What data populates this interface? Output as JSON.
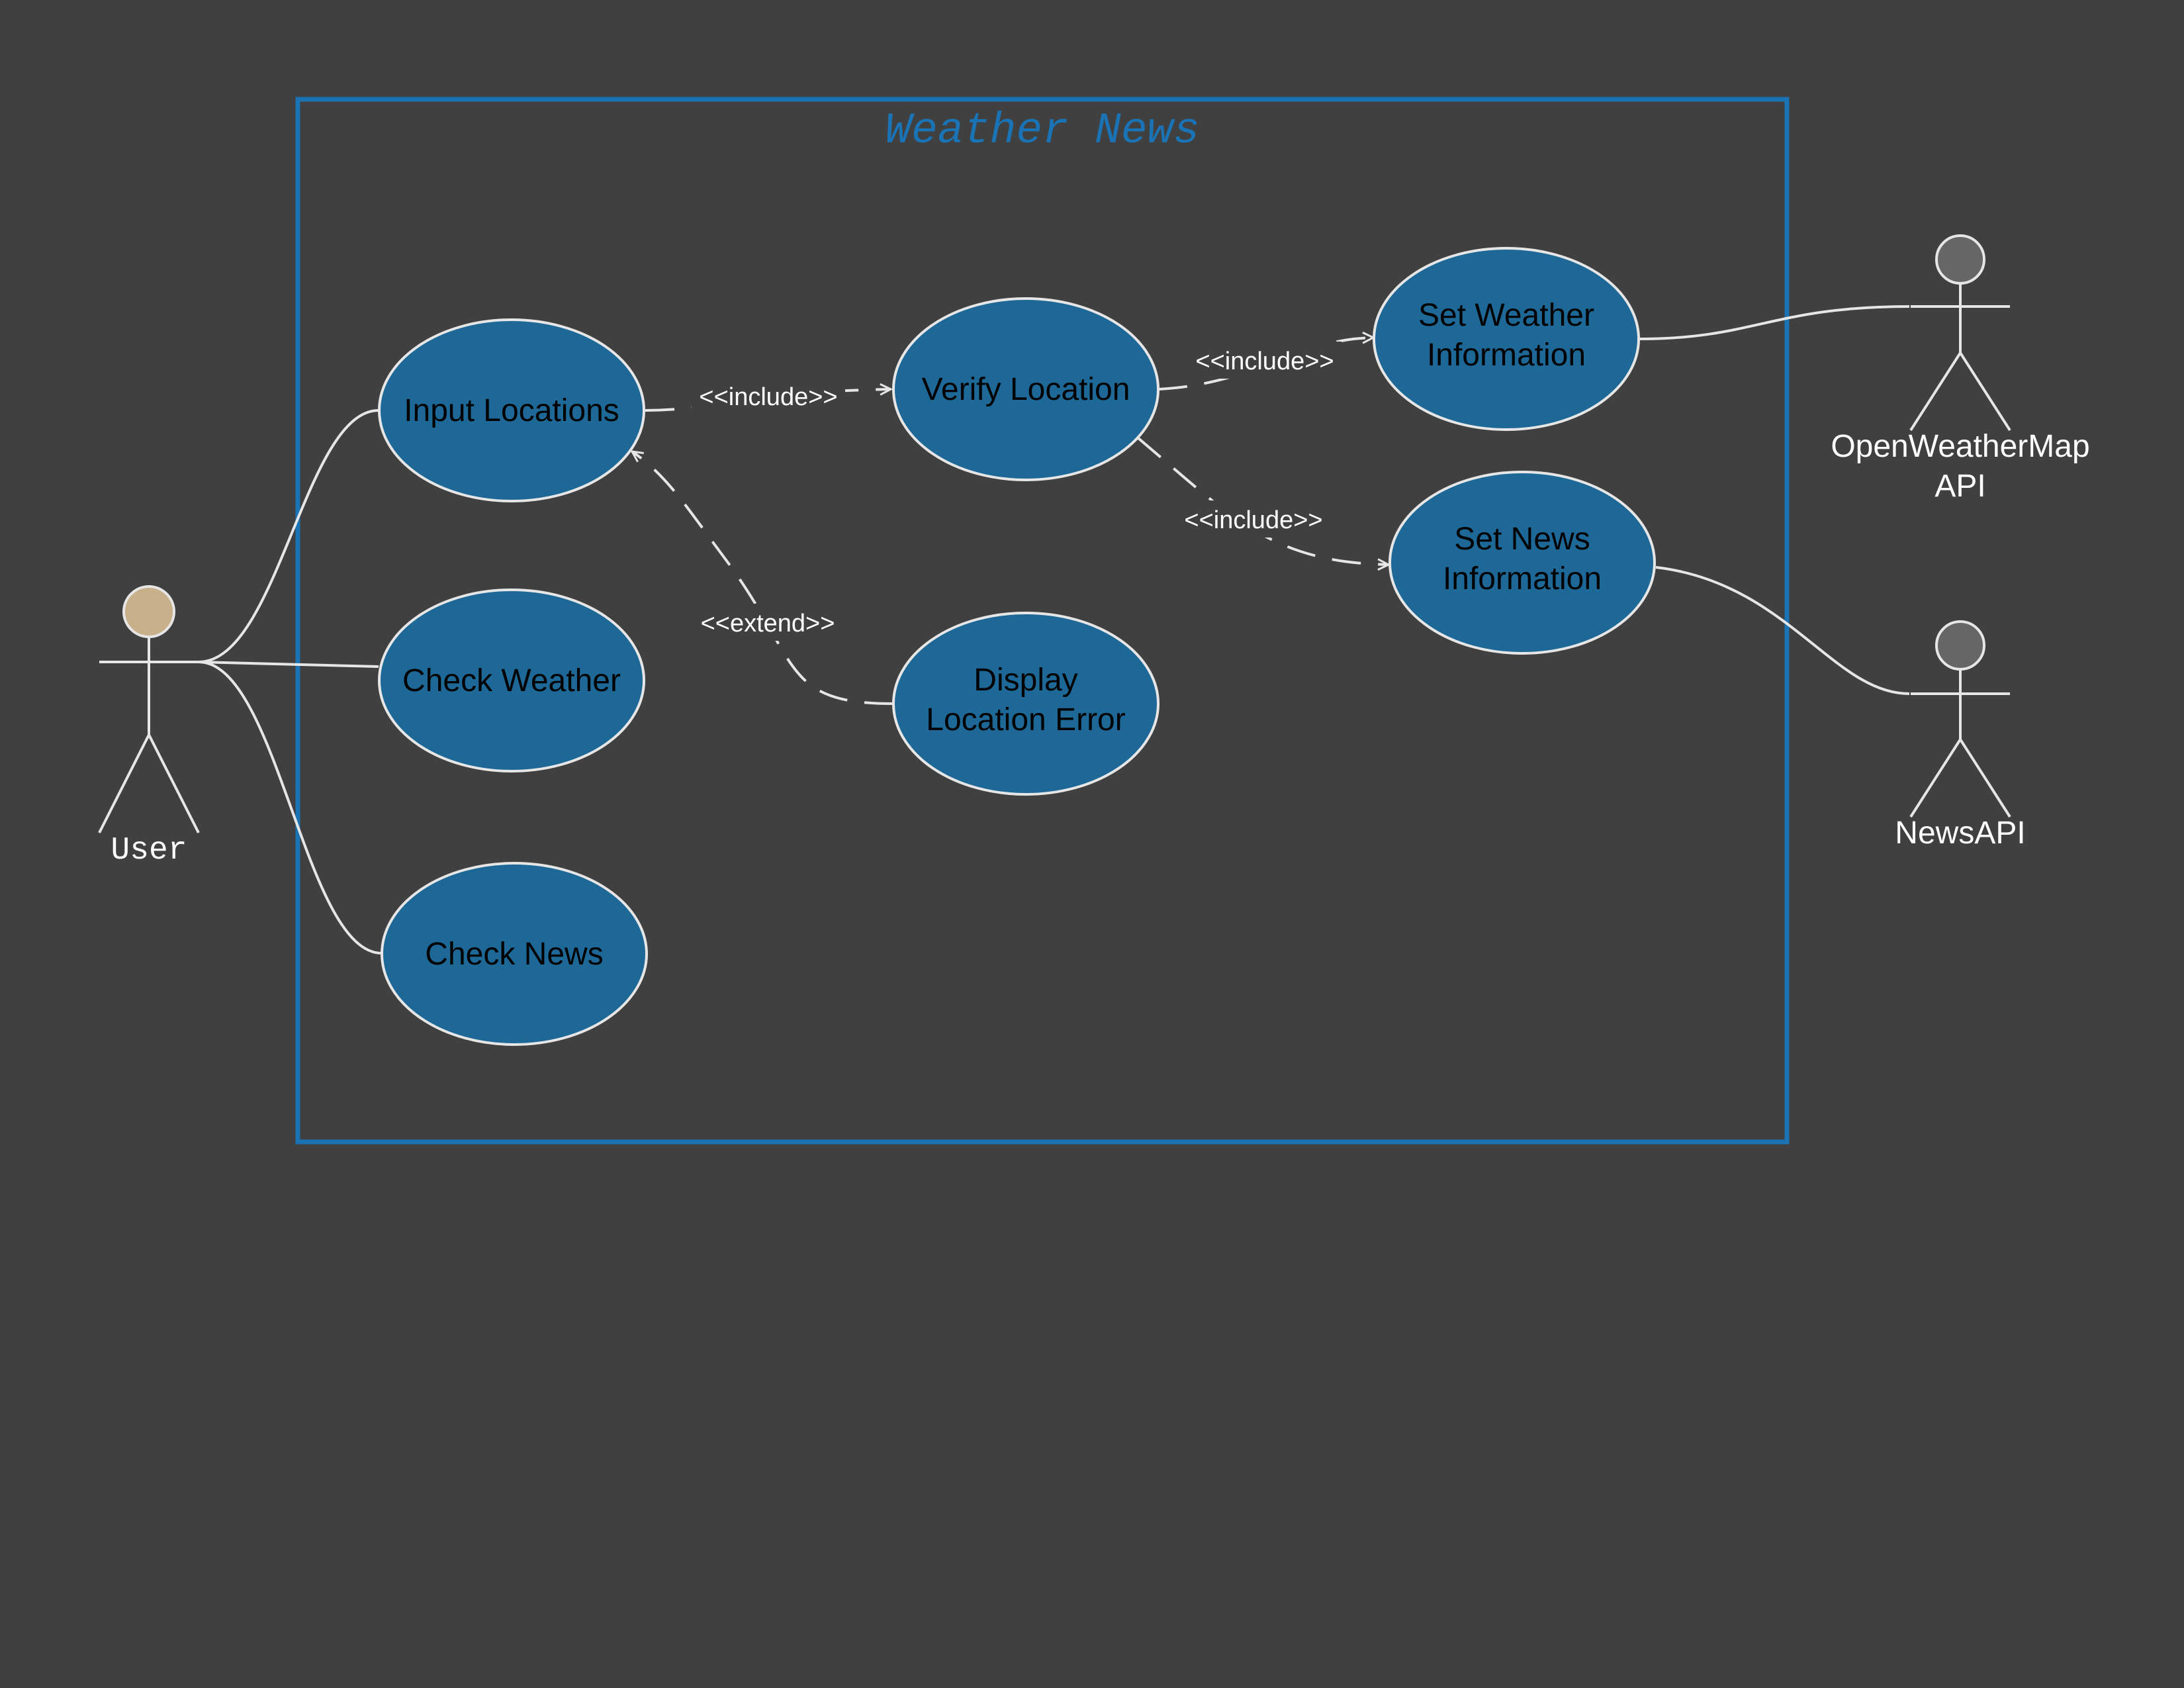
{
  "system": {
    "title": "Weather News"
  },
  "actors": {
    "user": "User",
    "openweathermap": [
      "OpenWeatherMap",
      "API"
    ],
    "newsapi": "NewsAPI"
  },
  "use_cases": {
    "input_locations": [
      "Input Locations"
    ],
    "check_weather": [
      "Check Weather"
    ],
    "check_news": [
      "Check News"
    ],
    "verify_location": [
      "Verify Location"
    ],
    "display_location_error": [
      "Display",
      "Location Error"
    ],
    "set_weather_information": [
      "Set Weather",
      "Information"
    ],
    "set_news_information": [
      "Set News",
      "Information"
    ]
  },
  "relations": {
    "include_1": "<<include>>",
    "include_2": "<<include>>",
    "include_3": "<<include>>",
    "extend_1": "<<extend>>"
  },
  "colors": {
    "background": "#404040",
    "system_border": "#1a73b5",
    "use_case_fill": "#1d6896",
    "use_case_stroke": "#e6e6e6",
    "line": "#e6e6e6",
    "user_head": "#c8b08a",
    "api_head": "#666666"
  }
}
